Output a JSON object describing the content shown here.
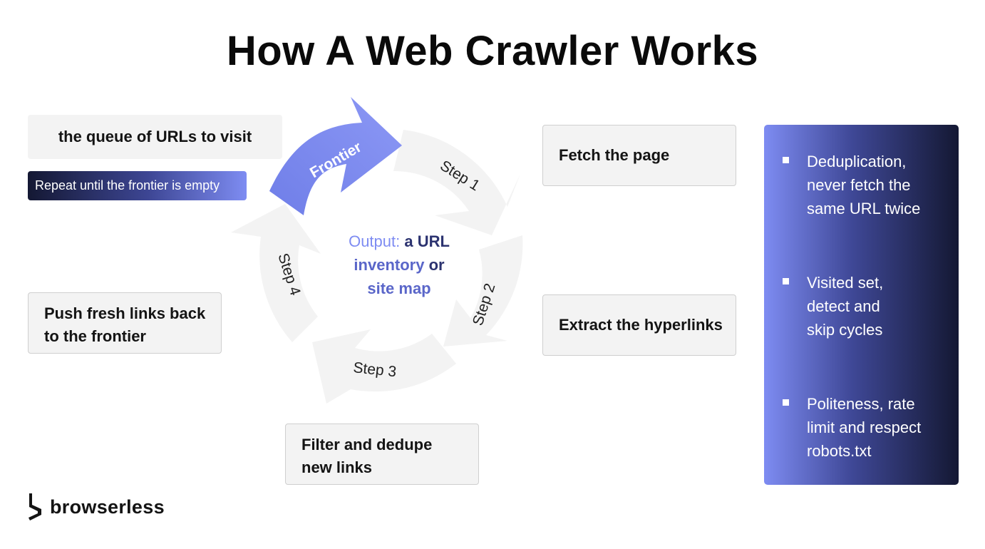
{
  "title": "How A Web Crawler Works",
  "queue_label": "the queue of URLs to visit",
  "repeat_label": "Repeat until the frontier is empty",
  "cycle": {
    "frontier_label": "Frontier",
    "step1": "Step 1",
    "step2": "Step 2",
    "step3": "Step 3",
    "step4": "Step 4"
  },
  "center": {
    "prefix": "Output:",
    "part1": "a URL",
    "part2": "inventory",
    "part3": "or",
    "part4": "site map"
  },
  "steps": {
    "fetch": "Fetch the page",
    "extract": "Extract the hyperlinks",
    "filter_line1": "Filter and dedupe",
    "filter_line2": "new links",
    "push_line1": "Push fresh links back",
    "push_line2": "to the frontier"
  },
  "tips": [
    {
      "lines": [
        "Deduplication,",
        "never fetch the",
        "same URL twice"
      ]
    },
    {
      "lines": [
        "Visited set,",
        "detect and",
        "skip cycles"
      ]
    },
    {
      "lines": [
        "Politeness, rate",
        "limit and respect",
        "robots.txt"
      ]
    }
  ],
  "brand": {
    "name": "browserless"
  },
  "colors": {
    "accent": "#7e8cf2",
    "dark": "#141833",
    "arrow_grey": "#f3f3f3"
  }
}
